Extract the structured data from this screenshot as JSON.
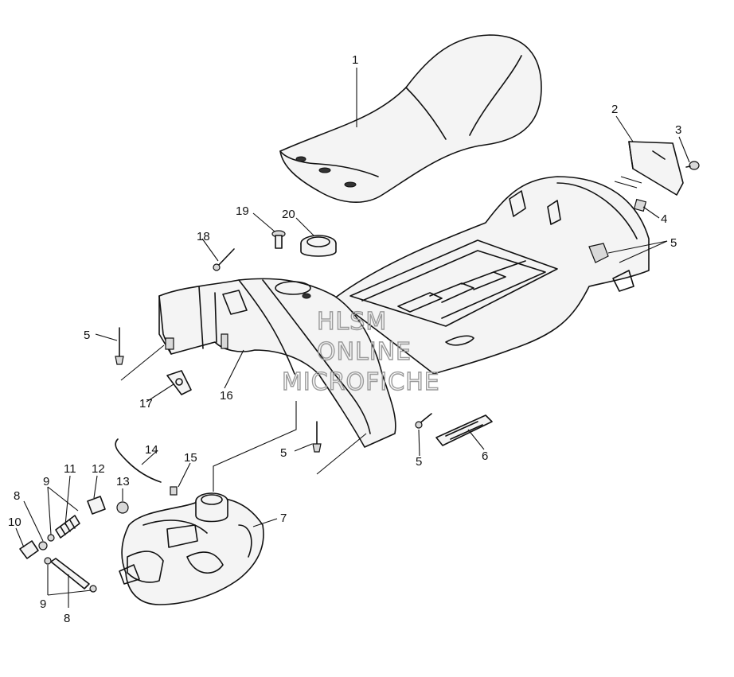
{
  "callouts": {
    "c1": "1",
    "c2": "2",
    "c3": "3",
    "c4": "4",
    "c5_right": "5",
    "c5_left": "5",
    "c5_center": "5",
    "c5_lower": "5",
    "c6": "6",
    "c7": "7",
    "c8_top": "8",
    "c8_bottom": "8",
    "c9_top": "9",
    "c9_bottom": "9",
    "c10": "10",
    "c11": "11",
    "c12": "12",
    "c13": "13",
    "c14": "14",
    "c15": "15",
    "c16": "16",
    "c17": "17",
    "c18": "18",
    "c19": "19",
    "c20": "20"
  },
  "watermark": {
    "line1": "HLSM",
    "line2": "ONLINE",
    "line3": "MICROFICHE"
  }
}
